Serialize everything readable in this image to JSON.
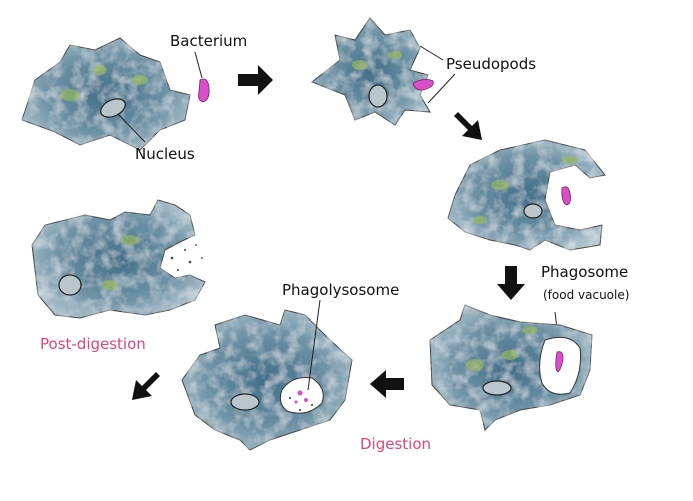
{
  "title": "Phagocytosis stages",
  "labels": {
    "bacterium": "Bacterium",
    "nucleus": "Nucleus",
    "pseudopods": "Pseudopods",
    "phagosome": "Phagosome",
    "food_vacuole": "(food vacuole)",
    "phagolysosome": "Phagolysosome",
    "digestion": "Digestion",
    "post_digestion": "Post-digestion"
  },
  "colors": {
    "stage_label": "#e0457b",
    "bacterium": "#d94fc7",
    "cell": "#5f8499",
    "cytoplasm_green": "#9fbf55"
  }
}
